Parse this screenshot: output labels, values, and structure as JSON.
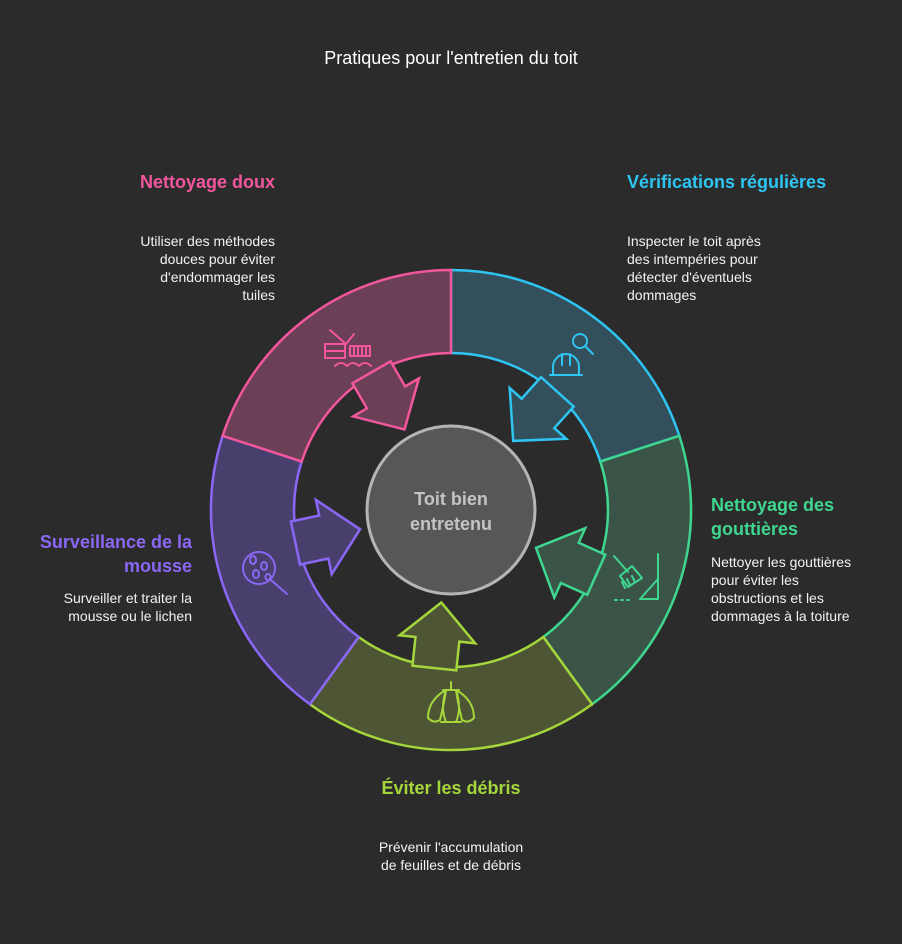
{
  "title": "Pratiques pour l'entretien du toit",
  "center_label": "Toit bien entretenu",
  "colors": {
    "background": "#2b2b2b",
    "center_fill": "#575757",
    "center_stroke": "#b5b5b5",
    "center_text": "#c4c4c4"
  },
  "segments": [
    {
      "id": "verifications",
      "title": "Vérifications régulières",
      "description": "Inspecter le toit après des intempéries pour détecter d'éventuels dommages",
      "color": "#2ec5f2",
      "fill": "#344f5c",
      "icon": "hard-hat-magnifier-icon"
    },
    {
      "id": "gouttieres",
      "title": "Nettoyage des gouttières",
      "description": "Nettoyer les gouttières pour éviter les obstructions et les dommages à la toiture",
      "color": "#3fd68f",
      "fill": "#3b5448",
      "icon": "broom-gutter-icon"
    },
    {
      "id": "debris",
      "title": "Éviter les débris",
      "description": "Prévenir l'accumulation de feuilles et de débris",
      "color": "#a5d63b",
      "fill": "#4d5535",
      "icon": "seed-pod-icon"
    },
    {
      "id": "mousse",
      "title": "Surveillance de la mousse",
      "description": "Surveiller et traiter la mousse ou le lichen",
      "color": "#8b67f5",
      "fill": "#493f6c",
      "icon": "moss-magnifier-icon"
    },
    {
      "id": "nettoyage",
      "title": "Nettoyage doux",
      "description": "Utiliser des méthodes douces pour éviter d'endommager les tuiles",
      "color": "#f2569c",
      "fill": "#6b4057",
      "icon": "gentle-cleaning-icon"
    }
  ]
}
